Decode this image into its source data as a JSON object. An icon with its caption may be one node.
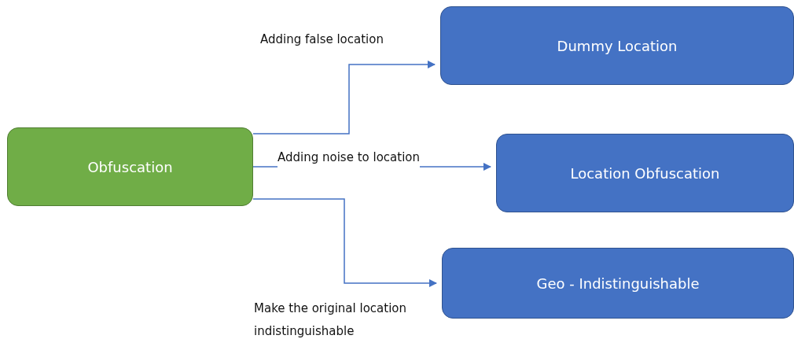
{
  "diagram": {
    "nodes": [
      {
        "text": [
          "Obfuscation"
        ]
      },
      {
        "text": [
          "Dummy Location"
        ]
      },
      {
        "text": [
          "Location Obfuscation"
        ]
      },
      {
        "text": [
          "Geo - Indistinguishable"
        ]
      }
    ],
    "edges": [
      {
        "from": 0,
        "to": 1,
        "arrow": "to",
        "label": "Adding false location"
      },
      {
        "from": 0,
        "to": 2,
        "arrow": "to",
        "label": "Adding noise to location"
      },
      {
        "from": 0,
        "to": 3,
        "arrow": "to",
        "label": "Make the original location indistinguishable"
      }
    ]
  }
}
